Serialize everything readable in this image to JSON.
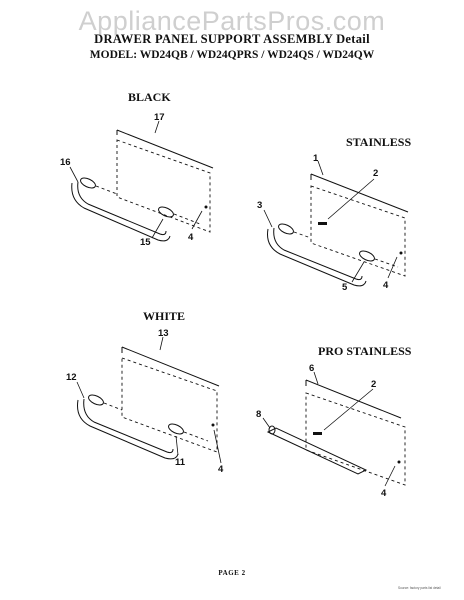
{
  "watermark": "AppliancePartsPros.com",
  "header": {
    "title": "DRAWER PANEL SUPPORT ASSEMBLY Detail",
    "models": "MODEL: WD24QB / WD24QPRS / WD24QS / WD24QW"
  },
  "panels": [
    {
      "label": "BLACK",
      "callouts": [
        "17",
        "16",
        "15",
        "4"
      ]
    },
    {
      "label": "STAINLESS",
      "callouts": [
        "1",
        "2",
        "3",
        "5",
        "4"
      ]
    },
    {
      "label": "WHITE",
      "callouts": [
        "13",
        "12",
        "11",
        "4"
      ]
    },
    {
      "label": "PRO STAINLESS",
      "callouts": [
        "6",
        "2",
        "8",
        "4"
      ]
    }
  ],
  "footer": {
    "page": "PAGE 2"
  },
  "fineprint": "Source: factory parts list detail"
}
